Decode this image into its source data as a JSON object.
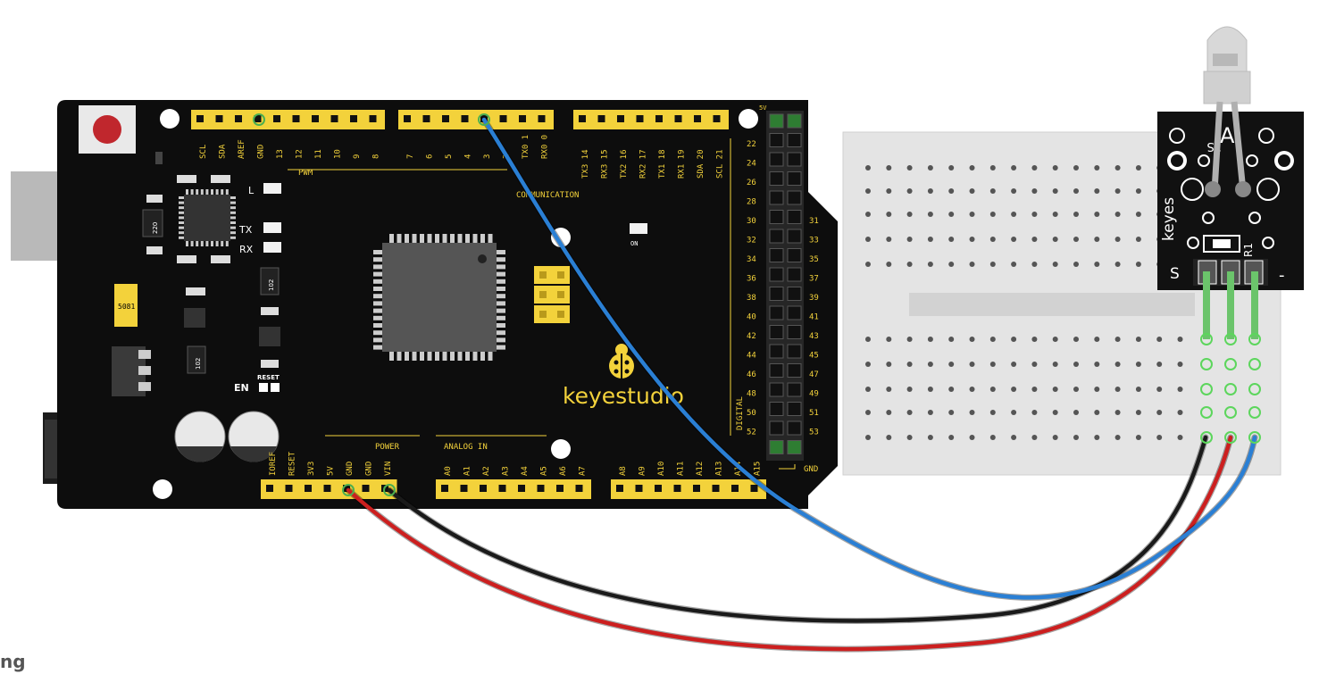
{
  "board": {
    "brand": "keyestudio",
    "header_top_left": [
      "SCL",
      "SDA",
      "AREF",
      "GND",
      "13",
      "12",
      "11",
      "10",
      "9",
      "8"
    ],
    "header_top_mid": [
      "7",
      "6",
      "5",
      "4",
      "3",
      "2",
      "TX0 1",
      "RX0 0"
    ],
    "header_top_right": [
      "TX3 14",
      "RX3 15",
      "TX2 16",
      "RX2 17",
      "TX1 18",
      "RX1 19",
      "SDA 20",
      "SCL 21"
    ],
    "pwm": "PWM",
    "communication": "COMMUNICATION",
    "power": "POWER",
    "analog_in": "ANALOG IN",
    "digital": "DIGITAL",
    "power_pins": [
      "IOREF",
      "RESET",
      "3V3",
      "5V",
      "GND",
      "GND",
      "VIN"
    ],
    "analog_a": [
      "A0",
      "A1",
      "A2",
      "A3",
      "A4",
      "A5",
      "A6",
      "A7"
    ],
    "analog_b": [
      "A8",
      "A9",
      "A10",
      "A11",
      "A12",
      "A13",
      "A14",
      "A15"
    ],
    "digital_left": [
      "22",
      "24",
      "26",
      "28",
      "30",
      "32",
      "34",
      "36",
      "38",
      "40",
      "42",
      "44",
      "46",
      "48",
      "50",
      "52"
    ],
    "digital_right": [
      "31",
      "33",
      "35",
      "37",
      "39",
      "41",
      "43",
      "45",
      "47",
      "49",
      "51",
      "53"
    ],
    "five_v": "5V",
    "gnd": "GND",
    "led_l": "L",
    "led_tx": "TX",
    "led_rx": "RX",
    "led_on": "ON",
    "en": "EN",
    "reset": "RESET",
    "res_220": "220",
    "res_102a": "102",
    "res_102b": "102",
    "crystal": "5081"
  },
  "module": {
    "name": "keyes",
    "code": "A",
    "sub": "1S",
    "r": "R1",
    "pin_s": "S",
    "pin_minus": "-"
  },
  "corner_text": "ng",
  "wires": {
    "signal_color": "#2a7fd4",
    "vcc_color": "#cc1f1f",
    "gnd_color": "#1a1a1a",
    "pin_color": "#6bc46b"
  }
}
